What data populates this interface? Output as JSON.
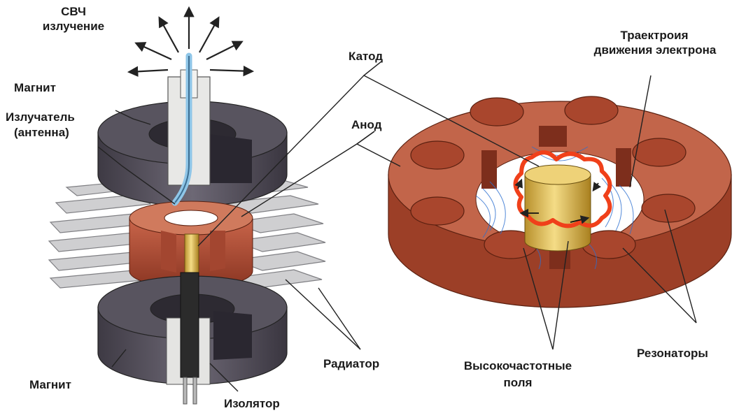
{
  "labels": {
    "svch": "СВЧ",
    "svch2": "излучение",
    "magnet_top": "Магнит",
    "emitter": "Излучатель",
    "emitter2": "(антенна)",
    "cathode": "Катод",
    "anode": "Анод",
    "trajectory": "Траектроия",
    "trajectory2": "движения электрона",
    "radiator": "Радиатор",
    "magnet_bottom": "Магнит",
    "insulator": "Изолятор",
    "hf_fields": "Высокочастотные",
    "hf_fields2": "поля",
    "resonators": "Резонаторы"
  },
  "colors": {
    "magnet": "#5b5763",
    "magnet_dark": "#37333d",
    "copper": "#b9553c",
    "copper_dark": "#8a3522",
    "copper_light": "#d98a6e",
    "fins": "#c9c9cb",
    "cathode_gold": "#e2c15a",
    "electron_path": "#f0401a",
    "field_lines": "#2b6fd0",
    "antenna": "#8fc6e8"
  }
}
